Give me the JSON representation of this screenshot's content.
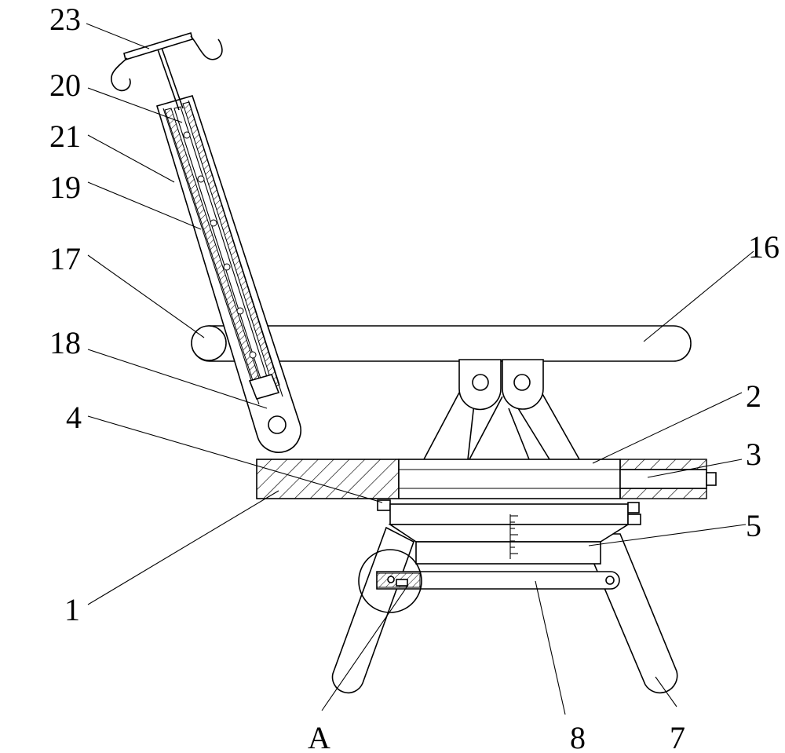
{
  "figure": {
    "labels": {
      "l23": "23",
      "l20": "20",
      "l21": "21",
      "l19": "19",
      "l17": "17",
      "l18": "18",
      "l4": "4",
      "l1": "1",
      "l16": "16",
      "l2": "2",
      "l3": "3",
      "l5": "5",
      "l8": "8",
      "l7": "7",
      "lA": "A"
    }
  }
}
